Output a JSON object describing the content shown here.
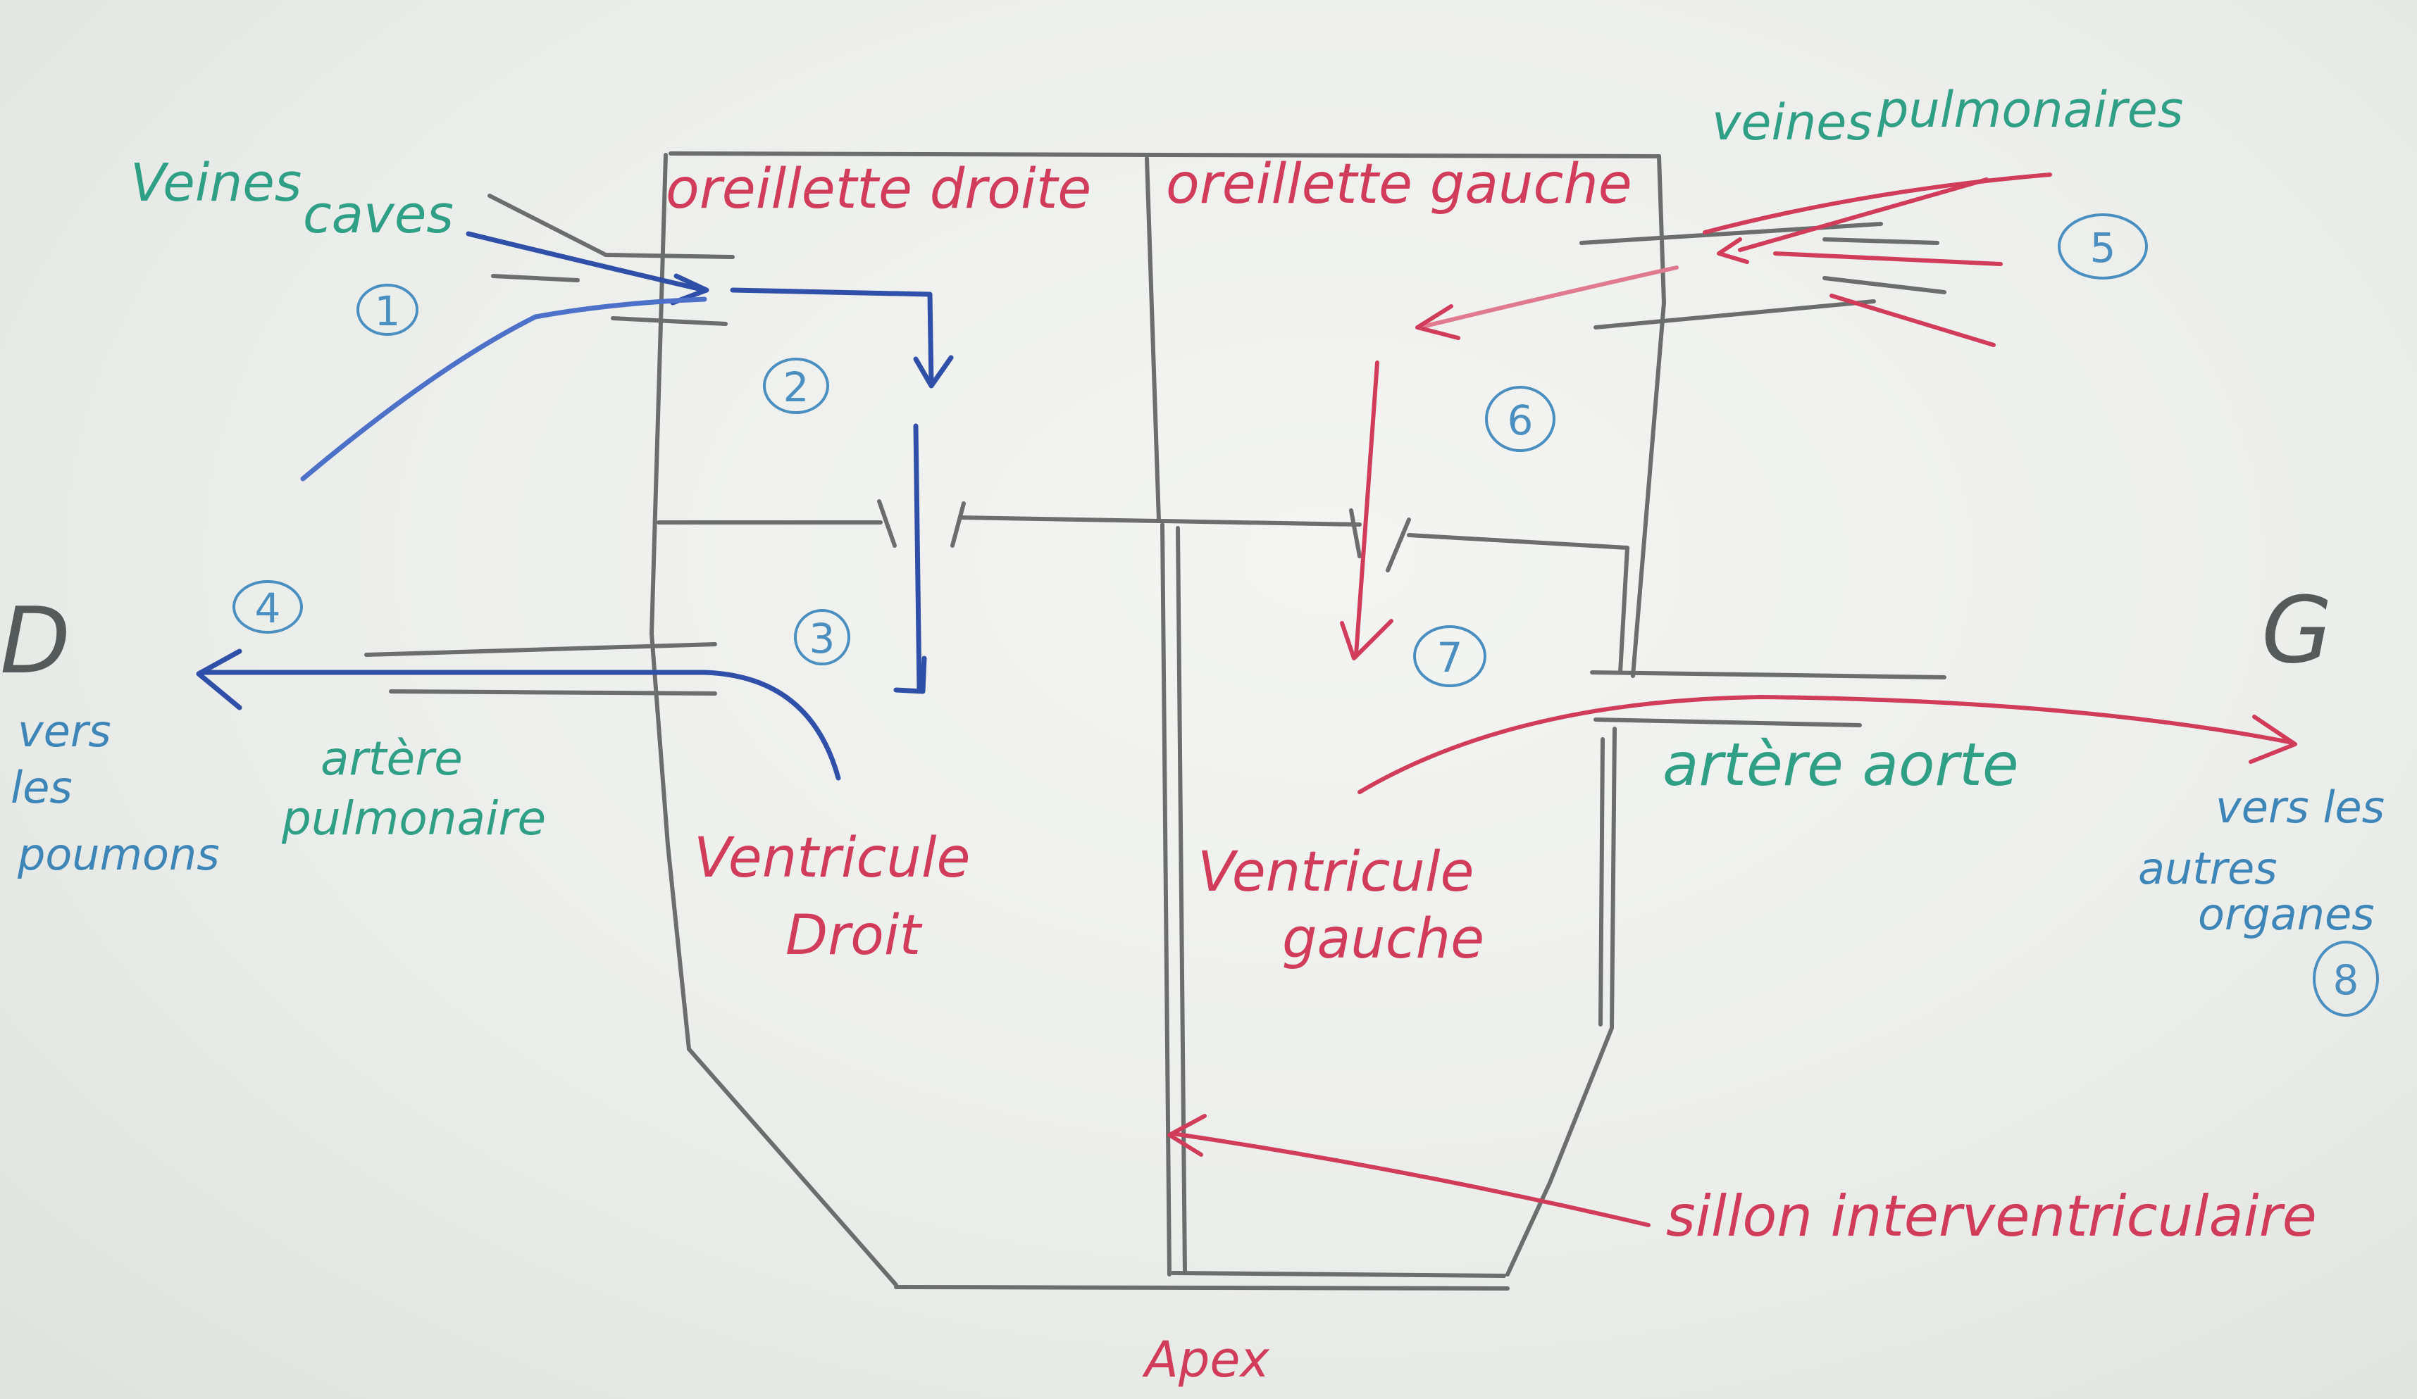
{
  "labels": {
    "oreillette_droite": "oreillette droite",
    "oreillette_gauche": "oreillette gauche",
    "veines_caves_1": "Veines",
    "veines_caves_2": "caves",
    "veines_pulmonaires_1": "veines",
    "veines_pulmonaires_2": "pulmonaires",
    "ventricule_droit_1": "Ventricule",
    "ventricule_droit_2": "Droit",
    "ventricule_gauche_1": "Ventricule",
    "ventricule_gauche_2": "gauche",
    "artere_pulmonaire_1": "artère",
    "artere_pulmonaire_2": "pulmonaire",
    "artere_aorte": "artère aorte",
    "vers_poumons_1": "vers",
    "vers_poumons_2": "les",
    "vers_poumons_3": "poumons",
    "vers_organes_1": "vers les",
    "vers_organes_2": "autres",
    "vers_organes_3": "organes",
    "sillon": "sillon interventriculaire",
    "apex": "Apex",
    "side_d": "D",
    "side_g": "G"
  },
  "steps": [
    "1",
    "2",
    "3",
    "4",
    "5",
    "6",
    "7",
    "8"
  ],
  "colors": {
    "red": "#d23c5b",
    "teal": "#2f9f86",
    "blue_arrow": "#2f4fa8",
    "circle_blue": "#4a8fc0",
    "marker_gray": "#6b6e6c"
  }
}
